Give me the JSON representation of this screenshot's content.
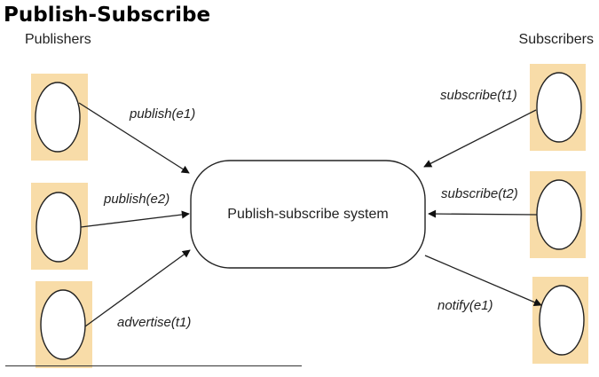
{
  "title": "Publish-Subscribe",
  "publishers_label": "Publishers",
  "subscribers_label": "Subscribers",
  "system_label": "Publish-subscribe system",
  "colors": {
    "participant_box": "#f8dca8",
    "line": "#222222"
  },
  "edges": {
    "p1": "publish(e1)",
    "p2": "publish(e2)",
    "p3": "advertise(t1)",
    "s1": "subscribe(t1)",
    "s2": "subscribe(t2)",
    "s3": "notify(e1)"
  }
}
